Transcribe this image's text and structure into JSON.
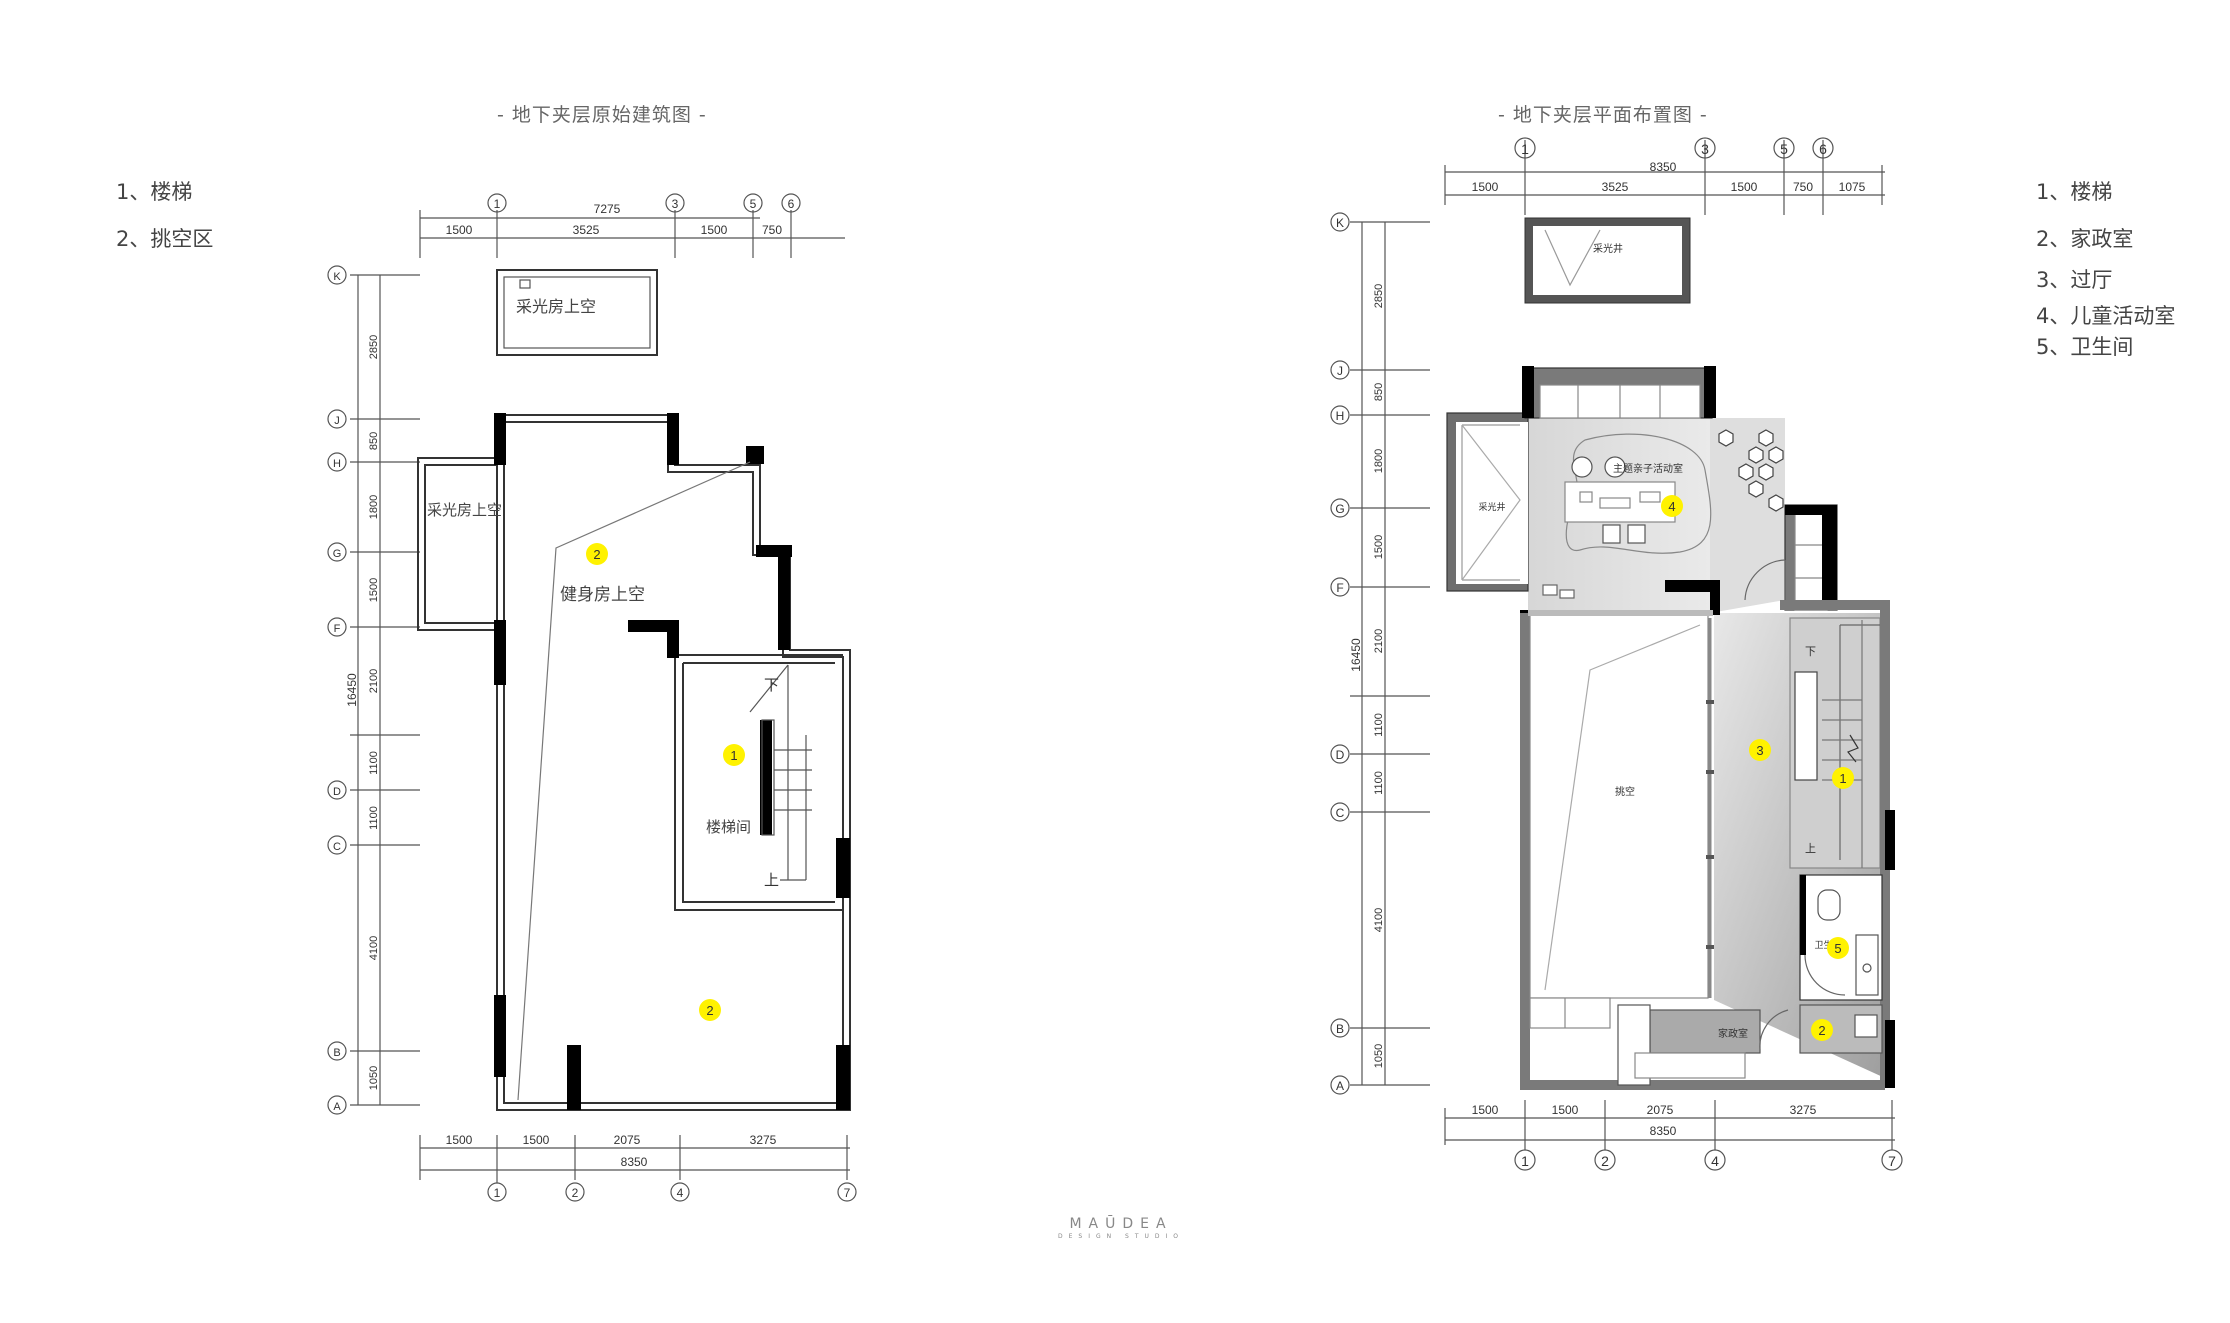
{
  "left_plan": {
    "title": "- 地下夹层原始建筑图 -",
    "legend": [
      "1、楼梯",
      "2、挑空区"
    ],
    "labels": {
      "skylight_top": "采光房上空",
      "skylight_side": "采光房上空",
      "gym_void": "健身房上空",
      "stairwell": "楼梯间",
      "stair_down": "下",
      "stair_up": "上"
    },
    "markers": [
      "2",
      "1",
      "2"
    ],
    "top_dims": {
      "total": "7275",
      "segments": [
        "1500",
        "3525",
        "1500",
        "750"
      ]
    },
    "bottom_dims": {
      "total": "8350",
      "segments": [
        "1500",
        "1500",
        "2075",
        "3275"
      ]
    },
    "left_dims": {
      "total": "16450",
      "segments": [
        "2850",
        "850",
        "1800",
        "1500",
        "2100",
        "1100",
        "1100",
        "4100",
        "1050"
      ]
    },
    "col_axes_top": [
      "1",
      "3",
      "5",
      "6"
    ],
    "col_axes_bottom": [
      "1",
      "2",
      "4",
      "7"
    ],
    "row_axes": [
      "K",
      "J",
      "H",
      "G",
      "F",
      "D",
      "C",
      "B",
      "A"
    ]
  },
  "right_plan": {
    "title": "- 地下夹层平面布置图 -",
    "legend": [
      "1、楼梯",
      "2、家政室",
      "3、过厅",
      "4、儿童活动室",
      "5、卫生间"
    ],
    "labels": {
      "skylight_top": "采光井",
      "skylight_side": "采光井",
      "kids_room": "主题亲子活动室",
      "void": "挑空",
      "housekeeping": "家政室",
      "bathroom": "卫生间",
      "stair_down": "下",
      "stair_up": "上"
    },
    "markers": [
      "4",
      "3",
      "1",
      "5",
      "2"
    ],
    "top_dims": {
      "total": "8350",
      "segments": [
        "1500",
        "3525",
        "1500",
        "750",
        "1075"
      ]
    },
    "bottom_dims": {
      "total": "8350",
      "segments": [
        "1500",
        "1500",
        "2075",
        "3275"
      ]
    },
    "left_dims": {
      "total": "16450",
      "segments": [
        "2850",
        "850",
        "1800",
        "1500",
        "2100",
        "1100",
        "1100",
        "4100",
        "1050"
      ]
    },
    "col_axes_top": [
      "1",
      "3",
      "5",
      "6"
    ],
    "col_axes_bottom": [
      "1",
      "2",
      "4",
      "7"
    ],
    "row_axes": [
      "K",
      "J",
      "H",
      "G",
      "F",
      "D",
      "C",
      "B",
      "A"
    ]
  },
  "logo": {
    "main": "MAŪDEA",
    "sub": "DESIGN STUDIO"
  },
  "colors": {
    "wall": "#000000",
    "line": "#555555",
    "marker": "#fff200",
    "floor_light": "#e2e2e2",
    "floor_dark": "#a8a8a8"
  }
}
